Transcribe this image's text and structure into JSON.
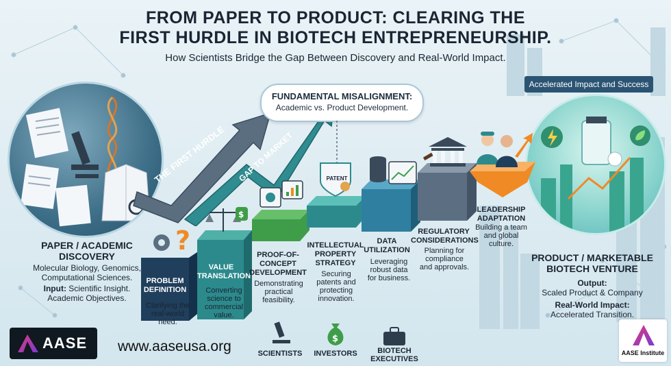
{
  "title_line1": "FROM PAPER TO PRODUCT: CLEARING THE",
  "title_line2": "FIRST HURDLE IN BIOTECH ENTREPRENEURSHIP.",
  "subtitle": "How Scientists Bridge the Gap Between Discovery and Real-World Impact.",
  "misalignment": {
    "heading": "FUNDAMENTAL MISALIGNMENT:",
    "text": "Academic vs. Product Development."
  },
  "banner": "Accelerated Impact and Success",
  "arrow_labels": {
    "hurdle": "THE FIRST HURDLE",
    "gap": "GAP TO MARKET"
  },
  "left": {
    "heading1": "PAPER / ACADEMIC",
    "heading2": "DISCOVERY",
    "fields1": "Molecular Biology, Genomics,",
    "fields2": "Computational Sciences.",
    "input_label": "Input:",
    "input1": " Scientific Insight.",
    "input2": "Academic Objectives."
  },
  "right": {
    "heading1": "PRODUCT / MARKETABLE",
    "heading2": "BIOTECH VENTURE",
    "output_label": "Output:",
    "output": "Scaled Product & Company",
    "impact_label": "Real-World Impact:",
    "impact": "Accelerated Transition."
  },
  "steps": [
    {
      "label1": "PROBLEM",
      "label2": "DEFINITION",
      "d1": "Clarifying the",
      "d2": "real-world",
      "d3": "need."
    },
    {
      "label1": "VALUE",
      "label2": "TRANSLATION",
      "d1": "Converting",
      "d2": "science to",
      "d3": "commercial",
      "d4": "value."
    },
    {
      "label1": "PROOF-OF-",
      "label2": "CONCEPT",
      "label3": "DEVELOPMENT",
      "d1": "Demonstrating",
      "d2": "practical",
      "d3": "feasibility."
    },
    {
      "badge": "PATENT",
      "label1": "INTELLECTUAL",
      "label2": "PROPERTY",
      "label3": "STRATEGY",
      "d1": "Securing",
      "d2": "patents and",
      "d3": "protecting",
      "d4": "innovation."
    },
    {
      "label1": "DATA",
      "label2": "UTILIZATION",
      "d1": "Leveraging",
      "d2": "robust data",
      "d3": "for business."
    },
    {
      "label1": "REGULATORY",
      "label2": "CONSIDERATIONS",
      "d1": "Planning for",
      "d2": "compliance",
      "d3": "and approvals."
    },
    {
      "label1": "LEADERSHIP",
      "label2": "ADAPTATION",
      "d1": "Building a team",
      "d2": "and global",
      "d3": "culture."
    }
  ],
  "roles": [
    {
      "label": "SCIENTISTS"
    },
    {
      "label": "INVESTORS"
    },
    {
      "label1": "BIOTECH",
      "label2": "EXECUTIVES"
    }
  ],
  "logo_left": "AASE",
  "logo_right": "AASE Institute",
  "url": "www.aaseusa.org",
  "colors": {
    "navy": "#1f3f5c",
    "teal": "#2c8a8c",
    "green": "#3f9d4a",
    "orange": "#f08a24",
    "gray": "#5c6f82",
    "banner": "#2b5473"
  }
}
